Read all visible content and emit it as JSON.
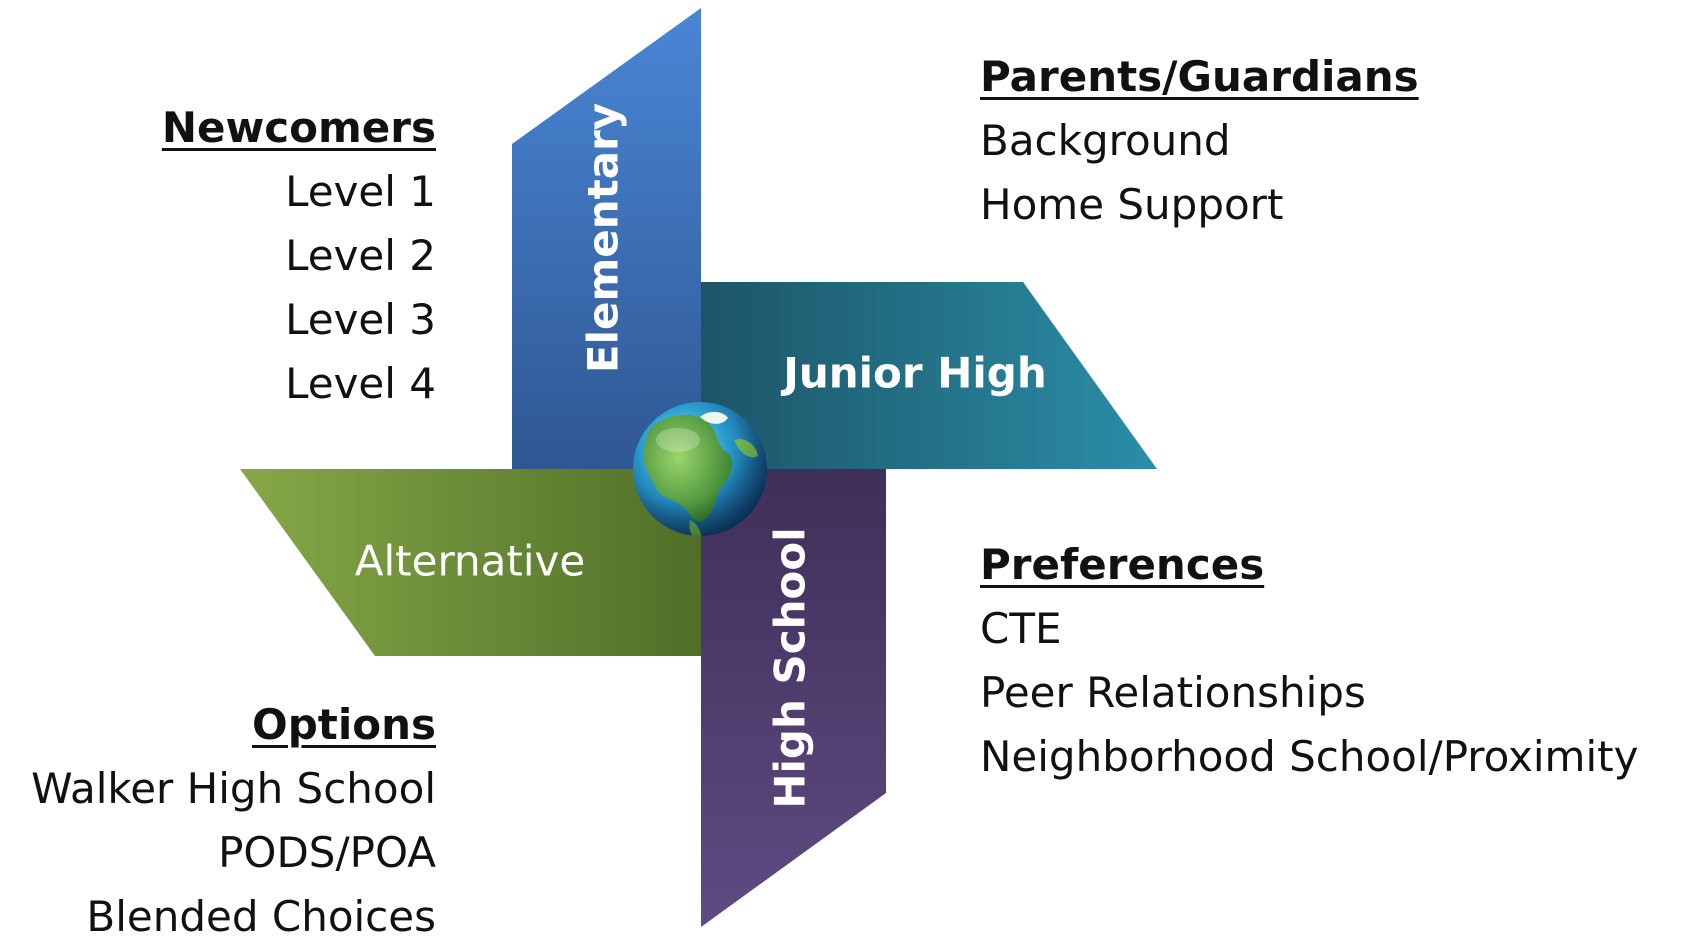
{
  "blades": {
    "elementary": {
      "label": "Elementary",
      "color_top": "#4a86d6",
      "color_bottom": "#2f5792"
    },
    "junior_high": {
      "label": "Junior High",
      "color_left": "#1d5568",
      "color_right": "#2a8ea7"
    },
    "high_school": {
      "label": "High School",
      "color_top": "#3f2f58",
      "color_bottom": "#5e4b83"
    },
    "alternative": {
      "label": "Alternative",
      "color_left": "#86a847",
      "color_right": "#4f6f28"
    }
  },
  "center": {
    "icon": "globe-icon"
  },
  "newcomers": {
    "heading": "Newcomers",
    "items": [
      "Level 1",
      "Level 2",
      "Level 3",
      "Level 4"
    ]
  },
  "options": {
    "heading": "Options",
    "items": [
      "Walker High School",
      "PODS/POA",
      "Blended Choices"
    ]
  },
  "parents": {
    "heading": "Parents/Guardians",
    "items": [
      "Background",
      "Home Support"
    ]
  },
  "preferences": {
    "heading": "Preferences",
    "items": [
      "CTE",
      "Peer Relationships",
      "Neighborhood School/Proximity"
    ]
  }
}
